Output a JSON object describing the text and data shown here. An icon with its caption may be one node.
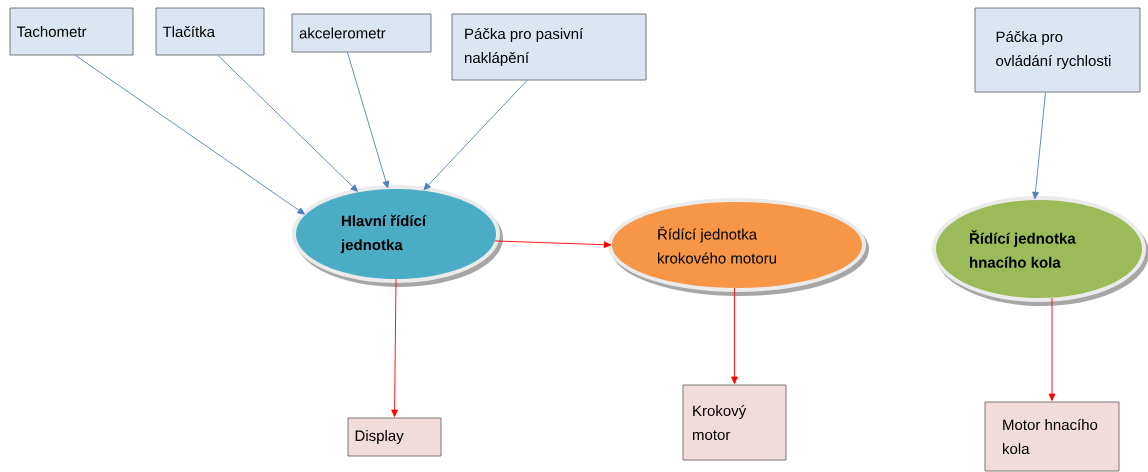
{
  "diagram": {
    "nodes": [
      {
        "text": [
          "Tachometr"
        ]
      },
      {
        "text": [
          "Tlačítka"
        ]
      },
      {
        "text": [
          "akcelerometr"
        ]
      },
      {
        "text": [
          "Páčka pro pasivní naklápění"
        ]
      },
      {
        "text": [
          "Páčka pro ovládání rychlosti"
        ]
      },
      {
        "text": [
          "Hlavní řídící jednotka"
        ]
      },
      {
        "text": [
          "Řídící jednotka krokového motoru"
        ]
      },
      {
        "text": [
          "Řídící jednotka hnacího kola"
        ]
      },
      {
        "text": [
          "Display"
        ]
      },
      {
        "text": [
          "Krokový motor"
        ]
      },
      {
        "text": [
          "Motor hnacího kola"
        ]
      }
    ],
    "edges": [
      {
        "from": 0,
        "to": 5,
        "arrow": "to",
        "color": "#4f81bd"
      },
      {
        "from": 1,
        "to": 5,
        "arrow": "to",
        "color": "#4f81bd"
      },
      {
        "from": 2,
        "to": 5,
        "arrow": "to",
        "color": "#4f81bd"
      },
      {
        "from": 3,
        "to": 5,
        "arrow": "to",
        "color": "#4f81bd"
      },
      {
        "from": 4,
        "to": 7,
        "arrow": "to",
        "color": "#4f81bd"
      },
      {
        "from": 5,
        "to": 6,
        "arrow": "to",
        "color": "#ff0000"
      },
      {
        "from": 5,
        "to": 8,
        "arrow": "to",
        "color": "#ff0000"
      },
      {
        "from": 6,
        "to": 9,
        "arrow": "to",
        "color": "#ff0000"
      },
      {
        "from": 7,
        "to": 10,
        "arrow": "to",
        "color": "#ff0000"
      }
    ]
  }
}
